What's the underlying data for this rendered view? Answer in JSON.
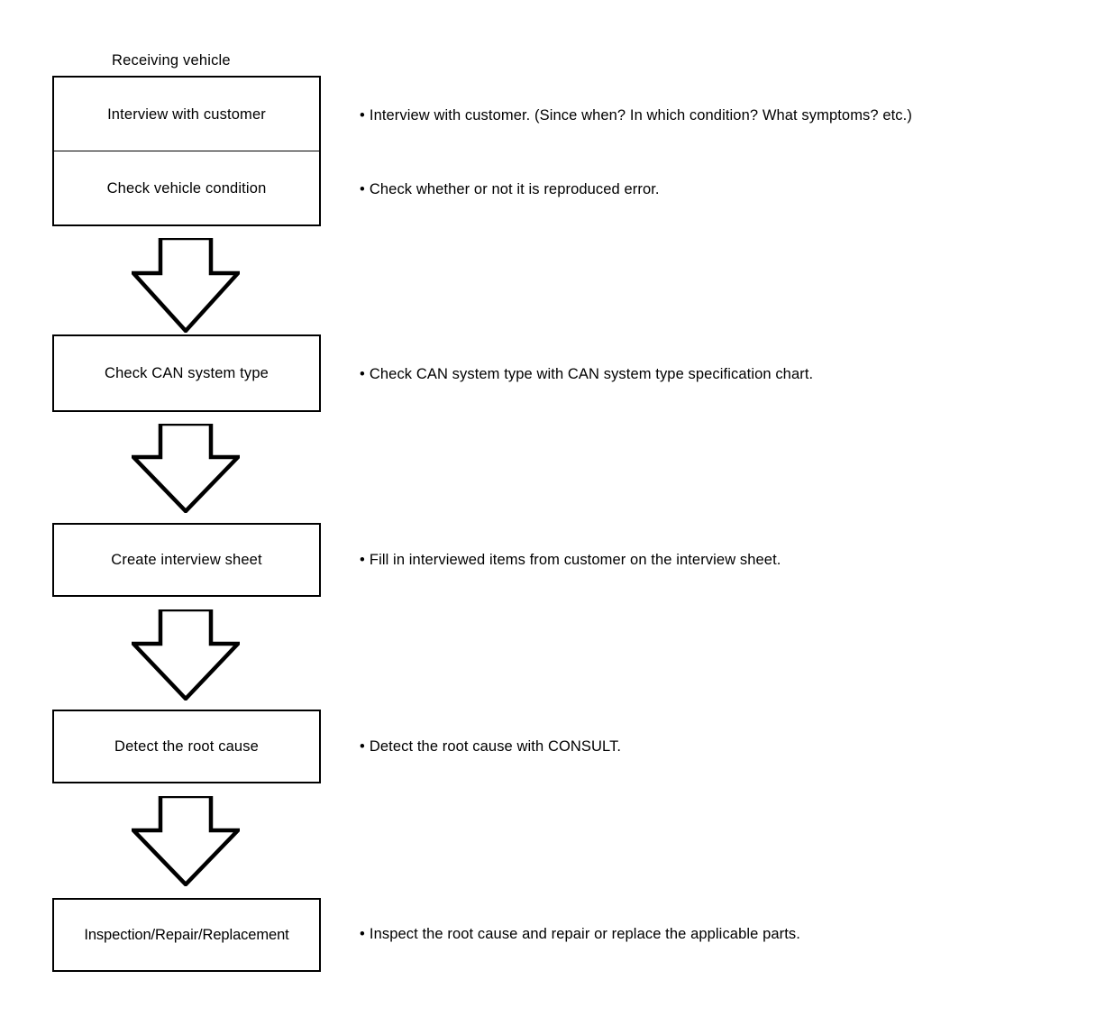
{
  "diagram": {
    "section_label": "Receiving vehicle",
    "steps": [
      {
        "id": "interview-with-customer",
        "box_label": "Interview with customer",
        "note_bullet": "•",
        "note": "Interview with customer. (Since when? In which condition? What symptoms? etc.)"
      },
      {
        "id": "check-vehicle-condition",
        "box_label": "Check vehicle condition",
        "note_bullet": "•",
        "note": "Check whether or not it is reproduced error."
      },
      {
        "id": "check-can-system-type",
        "box_label": "Check CAN system type",
        "note_bullet": "•",
        "note": "Check CAN system type with CAN system type specification chart."
      },
      {
        "id": "create-interview-sheet",
        "box_label": "Create interview sheet",
        "note_bullet": "•",
        "note": "Fill in interviewed items from customer on the interview sheet."
      },
      {
        "id": "detect-the-root-cause",
        "box_label": "Detect the root cause",
        "note_bullet": "•",
        "note": "Detect the root cause with CONSULT."
      },
      {
        "id": "inspection-repair-replacement",
        "box_label": "Inspection/Repair/Replacement",
        "note_bullet": "•",
        "note": "Inspect the root cause and repair or replace the applicable parts."
      }
    ],
    "connectors": [
      {
        "id": "arrow-1",
        "icon": "down-arrow-icon"
      },
      {
        "id": "arrow-2",
        "icon": "down-arrow-icon"
      },
      {
        "id": "arrow-3",
        "icon": "down-arrow-icon"
      },
      {
        "id": "arrow-4",
        "icon": "down-arrow-icon"
      }
    ],
    "colors": {
      "stroke": "#000000",
      "background": "#ffffff",
      "text": "#000000"
    }
  }
}
